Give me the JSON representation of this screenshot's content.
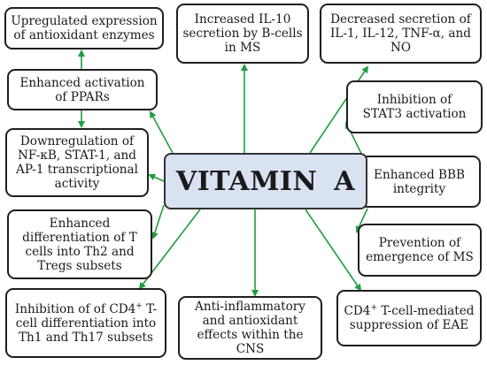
{
  "center": {
    "label": "VITAMIN A"
  },
  "arrow_color": "#1e9e3f",
  "boxes": {
    "upregulated": {
      "lines": [
        "Upregulated expression",
        "of antioxidant enzymes"
      ]
    },
    "il10": {
      "lines": [
        "Increased IL-10",
        "secretion by B-cells",
        "in MS"
      ]
    },
    "decreased": {
      "lines": [
        "Decreased secretion of",
        "IL-1, IL-12, TNF-α, and",
        "NO"
      ]
    },
    "ppar": {
      "lines": [
        "Enhanced activation",
        "of  PPARs"
      ]
    },
    "stat3": {
      "lines": [
        "Inhibition of",
        "STAT3 activation"
      ]
    },
    "downreg": {
      "lines": [
        "Downregulation of",
        "NF-κB, STAT-1, and",
        "AP-1 transcriptional",
        "activity"
      ]
    },
    "bbb": {
      "lines": [
        "Enhanced BBB",
        "integrity"
      ]
    },
    "th2": {
      "lines": [
        "Enhanced",
        "differentiation of T",
        "cells into Th2 and",
        "Tregs subsets"
      ]
    },
    "prevention": {
      "lines": [
        "Prevention of",
        "emergence of MS"
      ]
    },
    "cd4_inhib": {
      "lines_pre": "Inhibition of of CD4",
      "sup": "+",
      "lines_post": " T-",
      "lines": [
        "cell differentiation into",
        "Th1 and Th17 subsets"
      ]
    },
    "antiinflam": {
      "lines": [
        "Anti-inflammatory",
        "and antioxidant",
        "effects within the CNS"
      ]
    },
    "eae": {
      "line1_pre": "CD4",
      "sup": "+",
      "line1_post": " T-cell-mediated",
      "lines": [
        "suppression of EAE"
      ]
    }
  }
}
